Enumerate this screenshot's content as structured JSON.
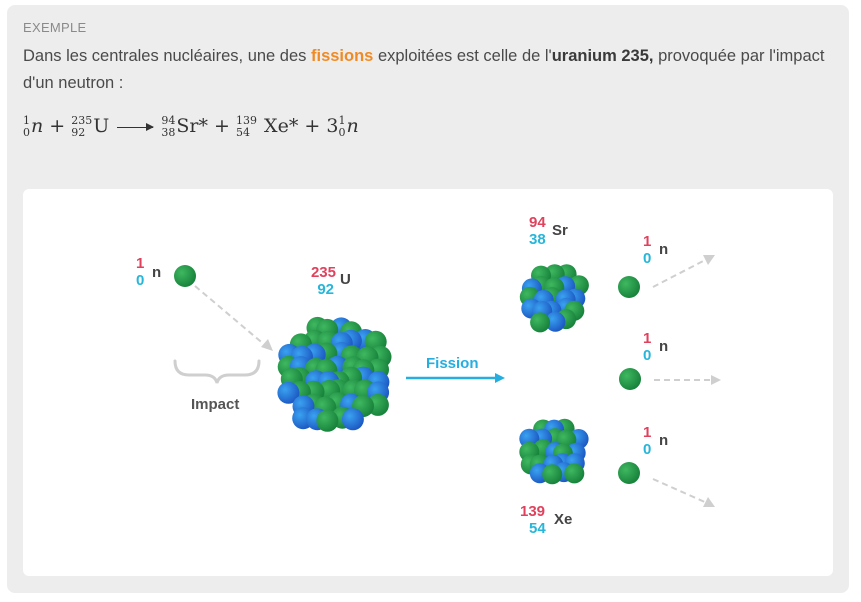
{
  "example": {
    "tag": "EXEMPLE",
    "text_before_fission": "Dans les centrales nucléaires, une des ",
    "fission_word": "fissions",
    "text_middle": " exploitées est celle de l'",
    "uranium_word": "uranium 235,",
    "text_after": " provoquée par l'impact d'un neutron :"
  },
  "equation": {
    "neutron_sym": "n",
    "neutron_A": "1",
    "neutron_Z": "0",
    "plus": "+",
    "uranium_A": "235",
    "uranium_Z": "92",
    "uranium_sym": "U",
    "sr_A": "94",
    "sr_Z": "38",
    "sr_sym": "Sr*",
    "xe_A": "139",
    "xe_Z": "54",
    "xe_sym": "Xe*",
    "coef": "3",
    "n_out_A": "1",
    "n_out_Z": "0"
  },
  "diagram": {
    "neutron_in": {
      "A": "1",
      "Z": "0",
      "sym": "n"
    },
    "uranium": {
      "A": "235",
      "Z": "92",
      "sym": "U"
    },
    "strontium": {
      "A": "94",
      "Z": "38",
      "sym": "Sr"
    },
    "xenon": {
      "A": "139",
      "Z": "54",
      "sym": "Xe"
    },
    "neutrons_out": [
      {
        "A": "1",
        "Z": "0",
        "sym": "n"
      },
      {
        "A": "1",
        "Z": "0",
        "sym": "n"
      },
      {
        "A": "1",
        "Z": "0",
        "sym": "n"
      }
    ],
    "impact_label": "Impact",
    "fission_label": "Fission",
    "colors": {
      "mass_number": "#e0425d",
      "atomic_number": "#26b6da",
      "neutron": "#21933f",
      "proton": "#1f6fd0",
      "arrow": "#26aee0"
    }
  }
}
